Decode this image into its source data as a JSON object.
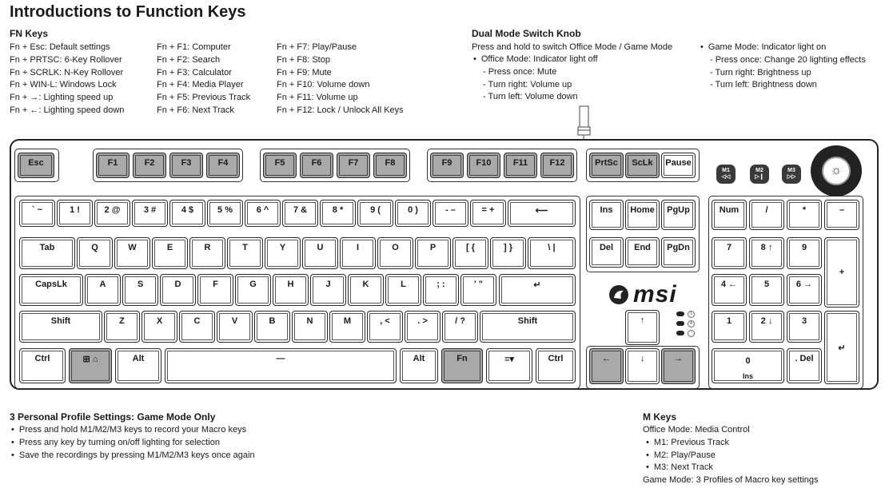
{
  "title": "Introductions to Function Keys",
  "fn": {
    "heading": "FN Keys",
    "col1": [
      "Fn + Esc: Default settings",
      "Fn + PRTSC: 6-Key Rollover",
      "Fn + SCRLK: N-Key Rollover",
      "Fn + WIN-L: Windows Lock",
      "Fn + →: Lighting speed up",
      "Fn + ←: Lighting speed down"
    ],
    "col2": [
      "Fn + F1: Computer",
      "Fn + F2: Search",
      "Fn + F3: Calculator",
      "Fn + F4: Media Player",
      "Fn + F5: Previous Track",
      "Fn + F6: Next Track"
    ],
    "col3": [
      "Fn + F7: Play/Pause",
      "Fn + F8: Stop",
      "Fn + F9: Mute",
      "Fn + F10: Volume down",
      "Fn + F11: Volume up",
      "Fn + F12: Lock / Unlock All Keys"
    ]
  },
  "knob": {
    "heading": "Dual Mode Switch Knob",
    "intro": "Press and hold to switch Office Mode / Game Mode",
    "office": [
      "Office Mode: Indicator light off",
      "- Press once: Mute",
      "- Turn right: Volume up",
      "- Turn left: Volume down"
    ],
    "game": [
      "Game Mode: Indicator light on",
      "- Press once: Change 20 lighting effects",
      "- Turn right: Brightness up",
      "- Turn left: Brightness down"
    ]
  },
  "profiles": {
    "heading": "3 Personal Profile Settings: Game Mode Only",
    "items": [
      "Press and hold M1/M2/M3 keys to record your Macro keys",
      "Press any key by turning on/off lighting for selection",
      "Save the recordings by pressing M1/M2/M3 keys once again"
    ]
  },
  "mkeys": {
    "heading": "M Keys",
    "office": "Office Mode: Media Control",
    "items": [
      "M1: Previous Track",
      "M2: Play/Pause",
      "M3: Next Track"
    ],
    "game": "Game Mode: 3 Profiles of Macro key settings"
  },
  "keyboard": {
    "brand": "msi",
    "fkeys": [
      "Esc",
      "F1",
      "F2",
      "F3",
      "F4",
      "F5",
      "F6",
      "F7",
      "F8",
      "F9",
      "F10",
      "F11",
      "F12"
    ],
    "sys": [
      "PrtSc",
      "ScLk",
      "Pause"
    ],
    "media": [
      {
        "name": "M1",
        "glyph": "◁◁"
      },
      {
        "name": "M2",
        "glyph": "▷❙"
      },
      {
        "name": "M3",
        "glyph": "▷▷"
      }
    ],
    "row1": [
      "` ~",
      "1 !",
      "2 @",
      "3 #",
      "4 $",
      "5 %",
      "6 ^",
      "7 &",
      "8 *",
      "9 (",
      "0 )",
      "- –",
      "= +",
      "⟵"
    ],
    "row2": [
      "Tab",
      "Q",
      "W",
      "E",
      "R",
      "T",
      "Y",
      "U",
      "I",
      "O",
      "P",
      "[ {",
      "] }",
      "\\ |"
    ],
    "row3": [
      "CapsLk",
      "A",
      "S",
      "D",
      "F",
      "G",
      "H",
      "J",
      "K",
      "L",
      "; :",
      "' \"",
      "↵"
    ],
    "row4": [
      "Shift",
      "Z",
      "X",
      "C",
      "V",
      "B",
      "N",
      "M",
      ", <",
      ". >",
      "/ ?",
      "Shift"
    ],
    "row5": [
      "Ctrl",
      "⊞ ⌂",
      "Alt",
      "—",
      "Alt",
      "Fn",
      "≡▾",
      "Ctrl"
    ],
    "nav1": [
      "Ins",
      "Home",
      "PgUp"
    ],
    "nav2": [
      "Del",
      "End",
      "PgDn"
    ],
    "arrows": [
      "↑",
      "←",
      "↓",
      "→"
    ],
    "leds": [
      "1",
      "A",
      "↑"
    ],
    "numpad": {
      "r1": [
        "Num",
        "/",
        "*",
        "–"
      ],
      "r2": [
        "7",
        "8 ↑",
        "9"
      ],
      "plus": "+",
      "r3": [
        "4 ←",
        "5",
        "6 →"
      ],
      "r4": [
        "1",
        "2 ↓",
        "3"
      ],
      "enter": "↵",
      "zero": "0",
      "zero_sub": "Ins",
      "del": ". Del"
    }
  }
}
